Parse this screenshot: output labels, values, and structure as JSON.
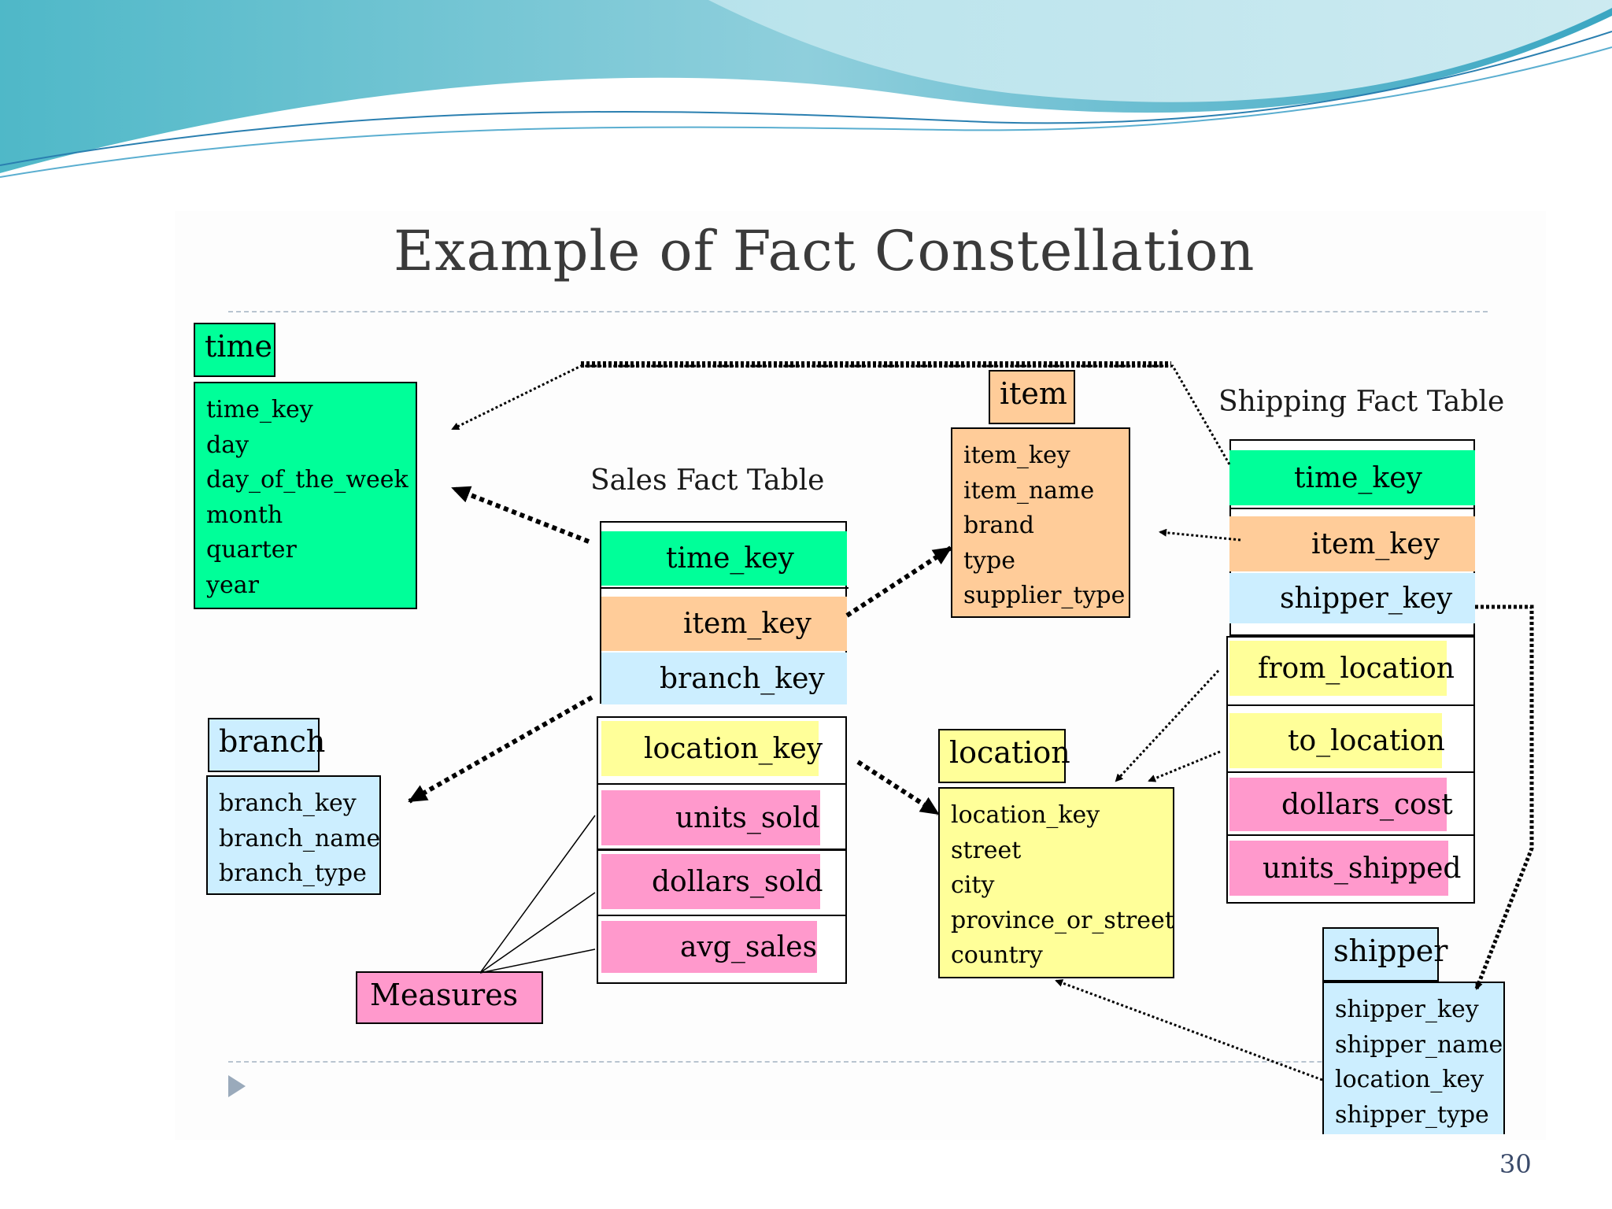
{
  "title": "Example of Fact Constellation",
  "page_number": "30",
  "dimensions": {
    "time": {
      "name": "time",
      "attributes": [
        "time_key",
        "day",
        "day_of_the_week",
        "month",
        "quarter",
        "year"
      ]
    },
    "item": {
      "name": "item",
      "attributes": [
        "item_key",
        "item_name",
        "brand",
        "type",
        "supplier_type"
      ]
    },
    "branch": {
      "name": "branch",
      "attributes": [
        "branch_key",
        "branch_name",
        "branch_type"
      ]
    },
    "location": {
      "name": "location",
      "attributes": [
        "location_key",
        "street",
        "city",
        "province_or_street",
        "country"
      ]
    },
    "shipper": {
      "name": "shipper",
      "attributes": [
        "shipper_key",
        "shipper_name",
        "location_key",
        "shipper_type"
      ]
    }
  },
  "sales_fact": {
    "label": "Sales Fact Table",
    "keys": [
      "time_key",
      "item_key",
      "branch_key",
      "location_key"
    ],
    "measures": [
      "units_sold",
      "dollars_sold",
      "avg_sales"
    ]
  },
  "shipping_fact": {
    "label": "Shipping Fact Table",
    "keys": [
      "time_key",
      "item_key",
      "shipper_key",
      "from_location",
      "to_location"
    ],
    "measures": [
      "dollars_cost",
      "units_shipped"
    ]
  },
  "measures_label": "Measures",
  "colors": {
    "time": "#00ff99",
    "item": "#ffcc99",
    "branch": "#cceeff",
    "location": "#ffff99",
    "measure": "#ff99cc"
  }
}
